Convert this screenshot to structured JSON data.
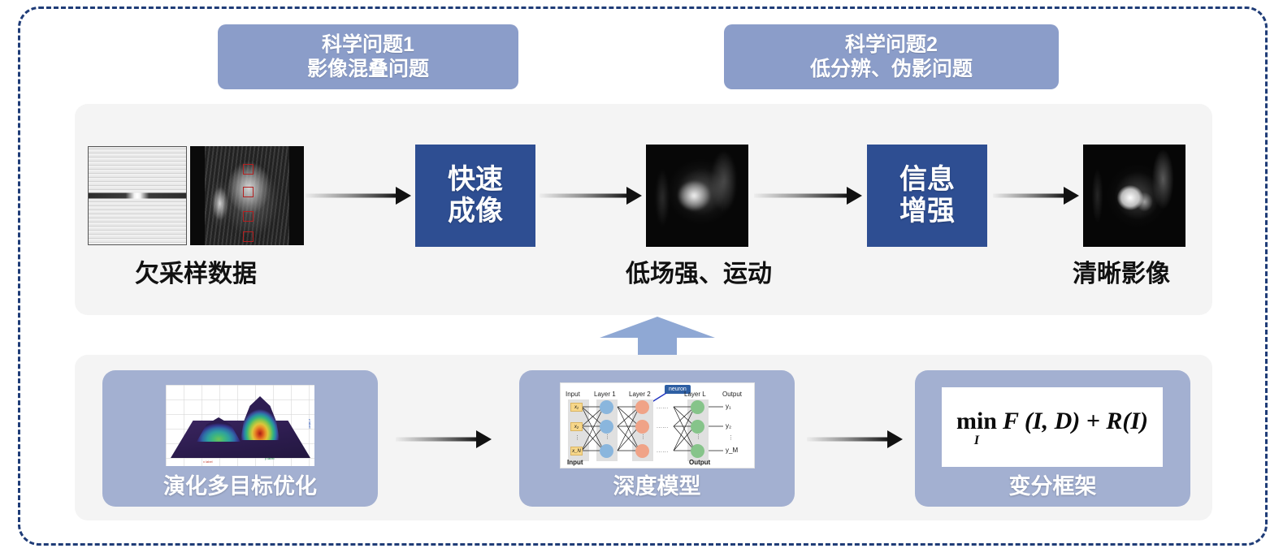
{
  "theme": {
    "accent_blue": "#2e4e92",
    "header_purple": "#8b9dc9",
    "card_purple": "#a3b0d1",
    "panel_gray": "#f4f4f4",
    "dashed_border": "#1f3c77",
    "up_arrow": "#8fa8d4"
  },
  "headers": [
    {
      "line1": "科学问题1",
      "line2": "影像混叠问题"
    },
    {
      "line1": "科学问题2",
      "line2": "低分辨、伪影问题"
    }
  ],
  "pipeline": {
    "process_boxes": [
      {
        "line1": "快速",
        "line2": "成像"
      },
      {
        "line1": "信息",
        "line2": "增强"
      }
    ],
    "captions": [
      "欠采样数据",
      "低场强、运动",
      "清晰影像"
    ],
    "images": [
      {
        "name": "kspace-undersampled"
      },
      {
        "name": "aliased-mri"
      },
      {
        "name": "blurry-cardiac-mri"
      },
      {
        "name": "sharp-cardiac-mri"
      }
    ]
  },
  "methods": [
    {
      "label": "演化多目标优化",
      "thumb": "surface-plot-3d",
      "axes": {
        "x": "x label",
        "y": "y label",
        "z": "z label"
      }
    },
    {
      "label": "深度模型",
      "thumb": "neural-network-diagram",
      "network": {
        "badge": "neuron",
        "column_labels": [
          "Input",
          "Layer 1",
          "Layer 2",
          "Layer L",
          "Output"
        ],
        "inputs": [
          "x₁",
          "x₂",
          "x_N"
        ],
        "outputs": [
          "y₁",
          "y₂",
          "y_M"
        ],
        "footer_left": "Input",
        "footer_right": "Output",
        "ellipsis": "......"
      }
    },
    {
      "label": "变分框架",
      "thumb": "variational-formula",
      "formula": {
        "operator": "min",
        "operator_sub": "I",
        "body": "F (I, D) + R(I)"
      }
    }
  ]
}
